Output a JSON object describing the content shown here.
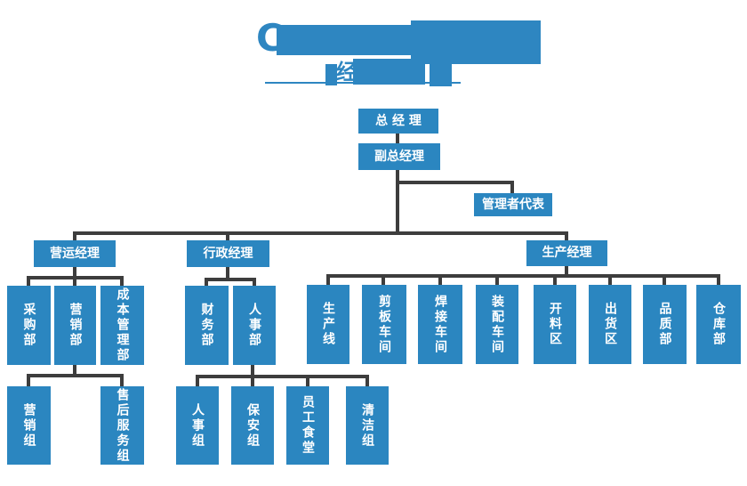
{
  "header": {
    "logo_letter": "C",
    "subtitle_visible_char": "经",
    "note": "company name and subtitle are redacted with solid blocks"
  },
  "colors": {
    "node_blue": "#2b86c0",
    "title_blue": "#2e86c1",
    "connector_gray": "#3d3d3d",
    "background": "#ffffff"
  },
  "org_chart": {
    "nodes": {
      "general_manager": {
        "label": "总 经 理"
      },
      "deputy_general_manager": {
        "label": "副总经理"
      },
      "management_representative": {
        "label": "管理者代表"
      },
      "operations_manager": {
        "label": "营运经理"
      },
      "admin_manager": {
        "label": "行政经理"
      },
      "production_manager": {
        "label": "生产经理"
      },
      "purchasing_dept": {
        "label": "采购部"
      },
      "marketing_dept": {
        "label": "营销部"
      },
      "cost_management_dept": {
        "label": "成本管理部"
      },
      "finance_dept": {
        "label": "财务部"
      },
      "hr_dept": {
        "label": "人事部"
      },
      "production_line": {
        "label": "生产线"
      },
      "shearing_workshop": {
        "label": "剪板车间"
      },
      "welding_workshop": {
        "label": "焊接车间"
      },
      "assembly_workshop": {
        "label": "装配车间"
      },
      "cutting_area": {
        "label": "开料区"
      },
      "shipping_area": {
        "label": "出货区"
      },
      "quality_dept": {
        "label": "品质部"
      },
      "warehouse_dept": {
        "label": "仓库部"
      },
      "marketing_group": {
        "label": "营销组"
      },
      "aftersales_service_group": {
        "label": "售后服务组"
      },
      "hr_group": {
        "label": "人事组"
      },
      "security_group": {
        "label": "保安组"
      },
      "staff_canteen": {
        "label": "员工食堂"
      },
      "cleaning_group": {
        "label": "清洁组"
      }
    }
  }
}
